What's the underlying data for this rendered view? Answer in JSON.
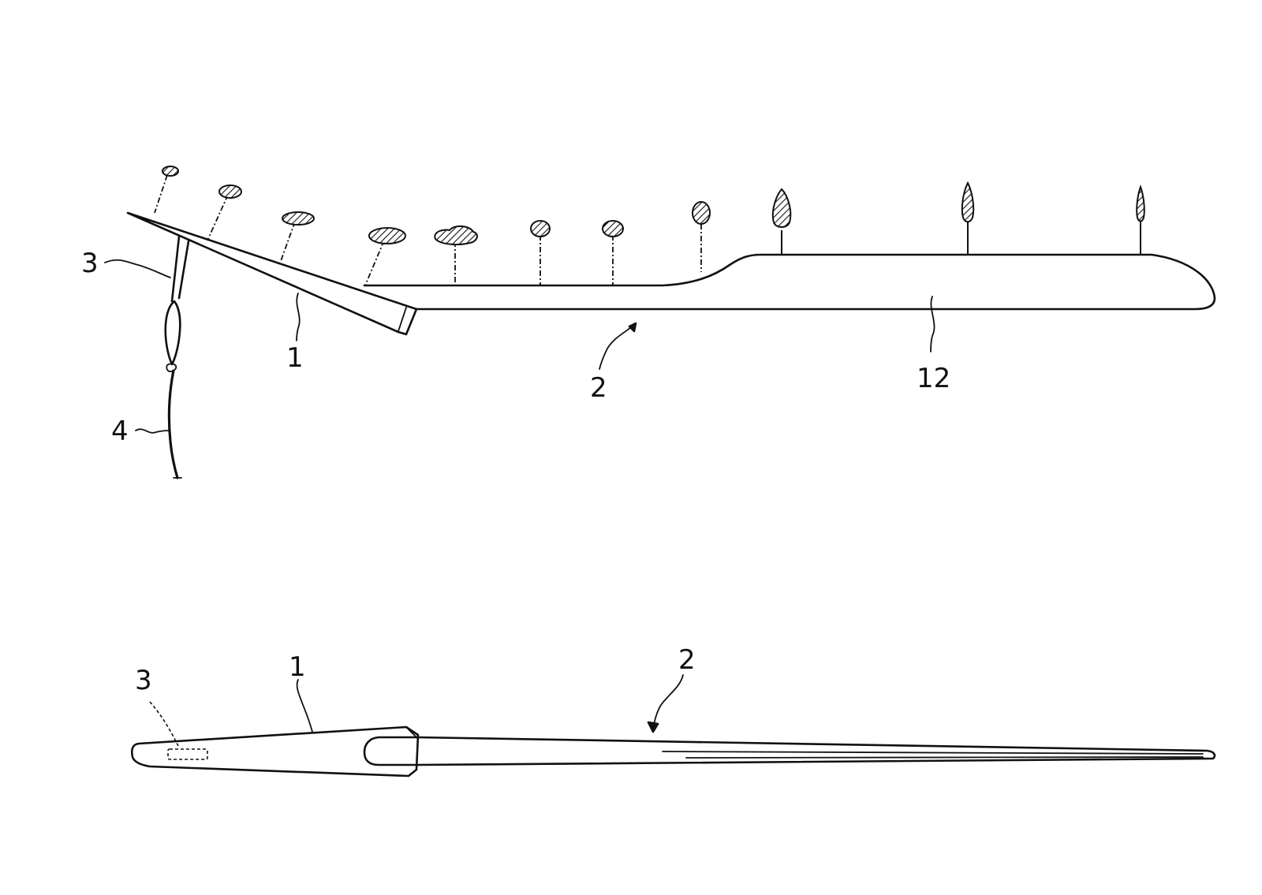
{
  "figure_top": {
    "labels": {
      "ref_3": "3",
      "ref_4": "4",
      "ref_1": "1",
      "ref_2": "2",
      "ref_12": "12"
    }
  },
  "figure_bottom": {
    "labels": {
      "ref_3": "3",
      "ref_1": "1",
      "ref_2": "2"
    }
  },
  "colors": {
    "ink": "#111111",
    "background": "#ffffff"
  }
}
